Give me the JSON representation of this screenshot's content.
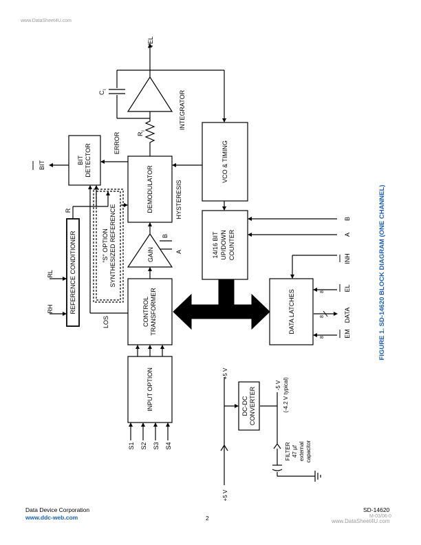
{
  "watermark_top": "www.DataSheet4U.com",
  "watermark_bottom": "www.DataSheet4U.com",
  "figure_caption": "FIGURE 1. SD-14620 BLOCK DIAGRAM (ONE CHANNEL)",
  "colors": {
    "caption": "#1a5fb4",
    "link": "#1a5fb4",
    "line": "#000000",
    "watermark": "#9a9a9a"
  },
  "blocks": {
    "input_option": "INPUT OPTION",
    "control_transformer": [
      "CONTROL",
      "TRANSFORMER"
    ],
    "gain": "GAIN",
    "demodulator": "DEMODULATOR",
    "s_option": [
      "\"S\" OPTION",
      "SYNTHESIZED REFERENCE"
    ],
    "reference_conditioner": "REFERENCE CONDITIONER",
    "bit_detector": [
      "BIT",
      "DETECTOR"
    ],
    "counter": [
      "14/16 BIT",
      "UP/DOWN",
      "COUNTER"
    ],
    "vco_timing": "VCO & TIMING",
    "data_latches": "DATA LATCHES",
    "dcdc": [
      "DC-DC",
      "CONVERTER"
    ],
    "integrator": "INTEGRATOR"
  },
  "labels": {
    "vel": "VEL",
    "ci": "C",
    "ci_sub": "I",
    "ri": "R",
    "ri_sub": "I",
    "error": "ERROR",
    "hysteresis": "HYSTERESIS",
    "los": "LOS",
    "bit": "BIT",
    "r": "R",
    "rl": "RL",
    "rh": "RH",
    "a": "A",
    "b": "B",
    "inh": "INH",
    "el": "EL",
    "data": "DATA",
    "em": "EM",
    "bus_width": "8",
    "s1": "S1",
    "s2": "S2",
    "s3": "S3",
    "s4": "S4",
    "plus5v": "+5 V",
    "minus5v": "-5 V",
    "minus5v_note": "(-4.2 V typical)",
    "filter": [
      "FILTER",
      "47 µf",
      "external",
      "capacitor"
    ]
  },
  "footer": {
    "company": "Data Device Corporation",
    "website": "www.ddc-web.com",
    "page": "2",
    "doc_id": "SD-14620",
    "rev": "M-03/06-0"
  }
}
